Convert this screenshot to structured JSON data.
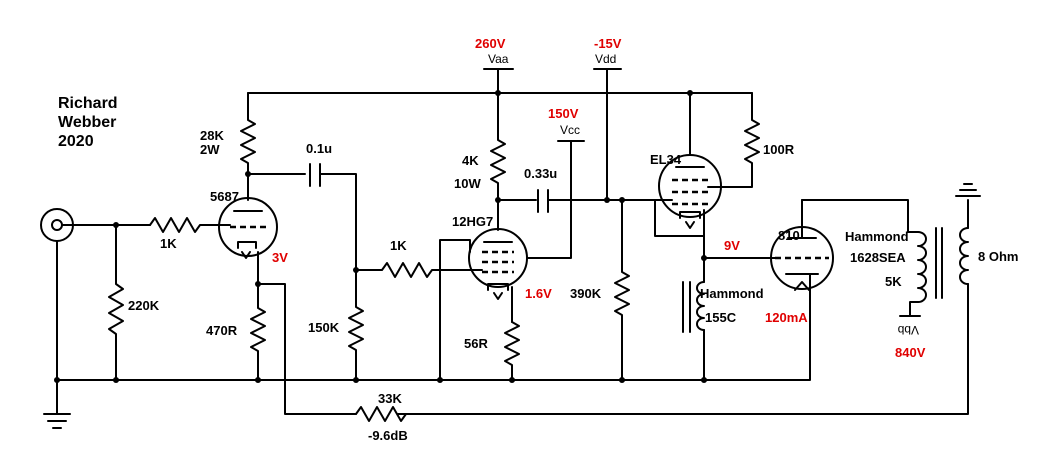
{
  "author": {
    "line1": "Richard",
    "line2": "Webber",
    "line3": "2020"
  },
  "rails": {
    "vaa": {
      "name": "Vaa",
      "voltage": "260V"
    },
    "vdd": {
      "name": "Vdd",
      "voltage": "-15V"
    },
    "vcc": {
      "name": "Vcc",
      "voltage": "150V"
    },
    "vbb": {
      "name": "Vbb",
      "voltage": "840V"
    }
  },
  "tubes": {
    "v1": "5687",
    "v2": "12HG7",
    "v3": "EL34",
    "v4": "810"
  },
  "resistors": {
    "r_in": "1K",
    "r_grid": "220K",
    "r_plate1a": "28K",
    "r_plate1b": "2W",
    "r_cath1": "470R",
    "r_grid2": "150K",
    "r_stop2": "1K",
    "r_plate2a": "4K",
    "r_plate2b": "10W",
    "r_cath2": "56R",
    "r_grid3": "390K",
    "r_plate3": "100R",
    "r_fb": "33K"
  },
  "capacitors": {
    "c1": "0.1u",
    "c2": "0.33u"
  },
  "transformers": {
    "choke_brand": "Hammond",
    "choke_model": "155C",
    "out_brand": "Hammond",
    "out_model": "1628SEA",
    "out_imp": "5K",
    "speaker": "8 Ohm"
  },
  "annotations": {
    "v1_cathode": "3V",
    "v2_cathode": "1.6V",
    "v4_grid": "9V",
    "v4_current": "120mA",
    "fb_gain": "-9.6dB"
  }
}
